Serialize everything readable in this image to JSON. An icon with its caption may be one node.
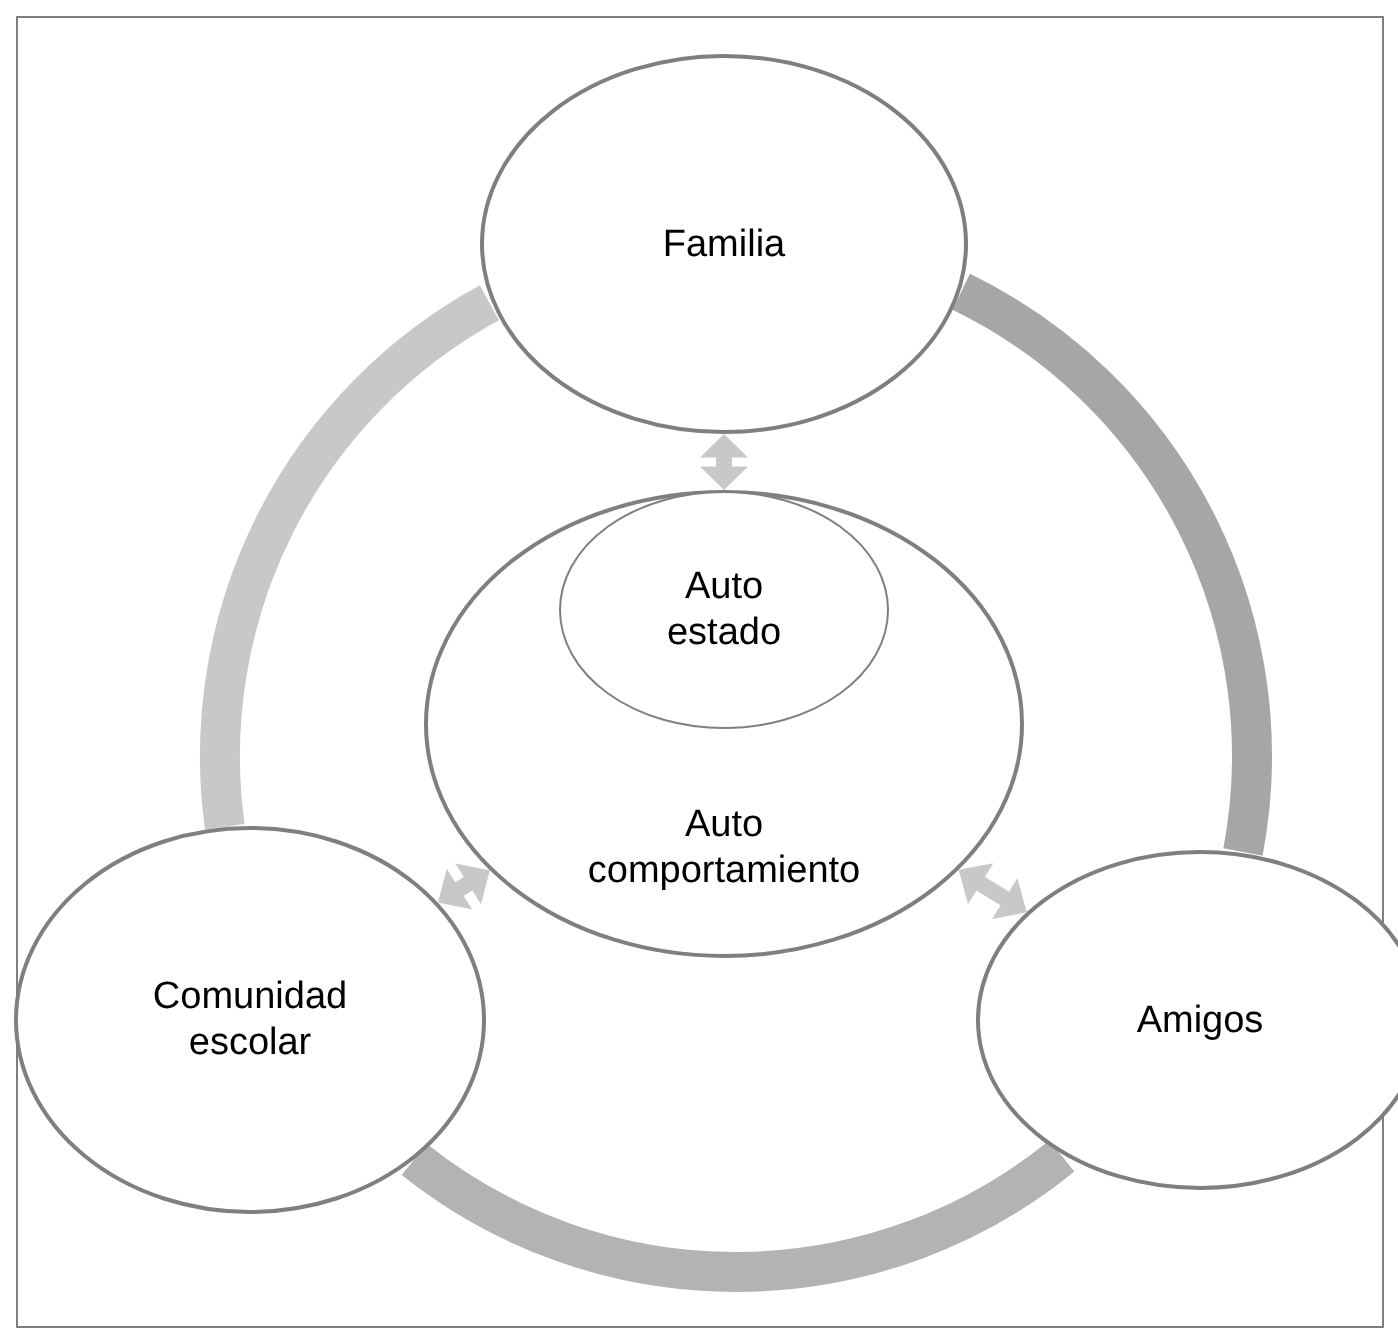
{
  "diagram": {
    "nodes": [
      {
        "text": [
          "Familia"
        ]
      },
      {
        "text": [
          "Auto comportamiento"
        ]
      },
      {
        "text": [
          "Auto estado"
        ],
        "in": 1
      },
      {
        "text": [
          "Comunidad escolar"
        ]
      },
      {
        "text": [
          "Amigos"
        ]
      }
    ],
    "edges": [
      {
        "from": 0,
        "to": 2,
        "arrow": "both"
      },
      {
        "from": 1,
        "to": 3,
        "arrow": "both"
      },
      {
        "from": 1,
        "to": 4,
        "arrow": "both"
      },
      {
        "from": 0,
        "to": 4,
        "arrow": "none",
        "style": "thick",
        "color": "#a6a6a6"
      },
      {
        "from": 4,
        "to": 3,
        "arrow": "none",
        "style": "thick",
        "color": "#b3b3b3"
      },
      {
        "from": 3,
        "to": 0,
        "arrow": "none",
        "style": "thick",
        "color": "#c8c8c8"
      }
    ]
  }
}
